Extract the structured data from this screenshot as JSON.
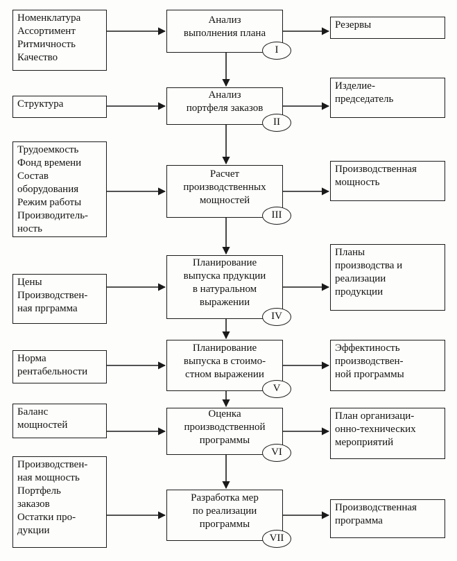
{
  "stages": [
    {
      "num": "I",
      "title": "Анализ\nвыполнения плана",
      "input": "Номенклатура\nАссортимент\nРитмичность\nКачество",
      "output": "Резервы"
    },
    {
      "num": "II",
      "title": "Анализ\nпортфеля заказов",
      "input": "Структура",
      "output": "Изделие-\nпредседатель"
    },
    {
      "num": "III",
      "title": "Расчет\nпроизводственных\nмощностей",
      "input": "Трудоемкость\nФонд времени\nСостав\nоборудования\nРежим работы\nПроизводитель-\nность",
      "output": "Производственная\nмощность"
    },
    {
      "num": "IV",
      "title": "Планирование\nвыпуска прдукции\nв натуральном\nвыражении",
      "input": "Цены\nПроизводствен-\nная прграмма",
      "output": "Планы\nпроизводства и\nреализации\nпродукции"
    },
    {
      "num": "V",
      "title": "Планирование\nвыпуска в стоимо-\nстном выражении",
      "input": "Норма\nрентабельности",
      "output": "Эффектиность\nпроизводствен-\nной программы"
    },
    {
      "num": "VI",
      "title": "Оценка\nпроизводственной\nпрограммы",
      "input": "Баланс\nмощностей",
      "output": "План организаци-\nонно-технических\nмероприятий"
    },
    {
      "num": "VII",
      "title": "Разработка мер\nпо реализации\nпрограммы",
      "input": "Производствен-\nная мощность\nПортфель\nзаказов\nОстатки про-\nдукции",
      "output": "Производственная\nпрограмма"
    }
  ]
}
